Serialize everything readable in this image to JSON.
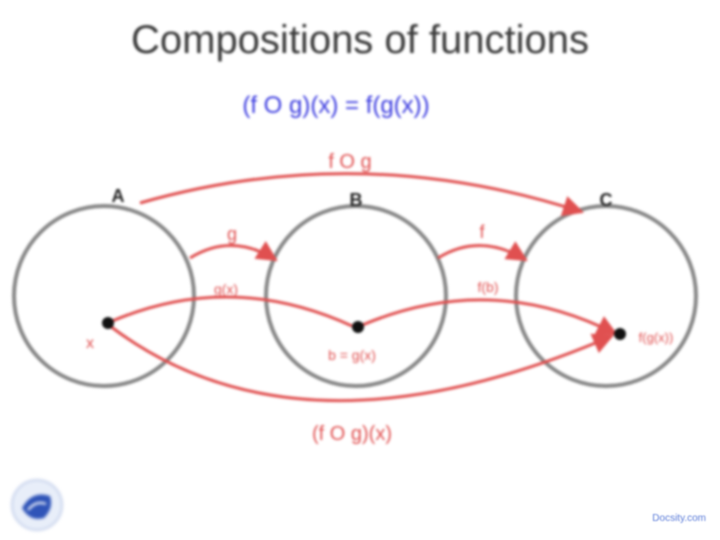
{
  "title": "Compositions of functions",
  "formula": "(f O g)(x) = f(g(x))",
  "sets": {
    "a": "A",
    "b": "B",
    "c": "C"
  },
  "arrows": {
    "top_composite": "f O g",
    "g": "g",
    "f": "f",
    "bottom_composite": "(f O g)(x)"
  },
  "points": {
    "x": "x",
    "gx_label": "g(x)",
    "b_label": "b = g(x)",
    "fb_label": "f(b)",
    "fgx_label": "f(g(x))"
  },
  "footer": "Docsity.com",
  "colors": {
    "arrow": "#e05050",
    "circle": "#888888",
    "formula": "#3a3adf",
    "title": "#3b3b3b"
  }
}
